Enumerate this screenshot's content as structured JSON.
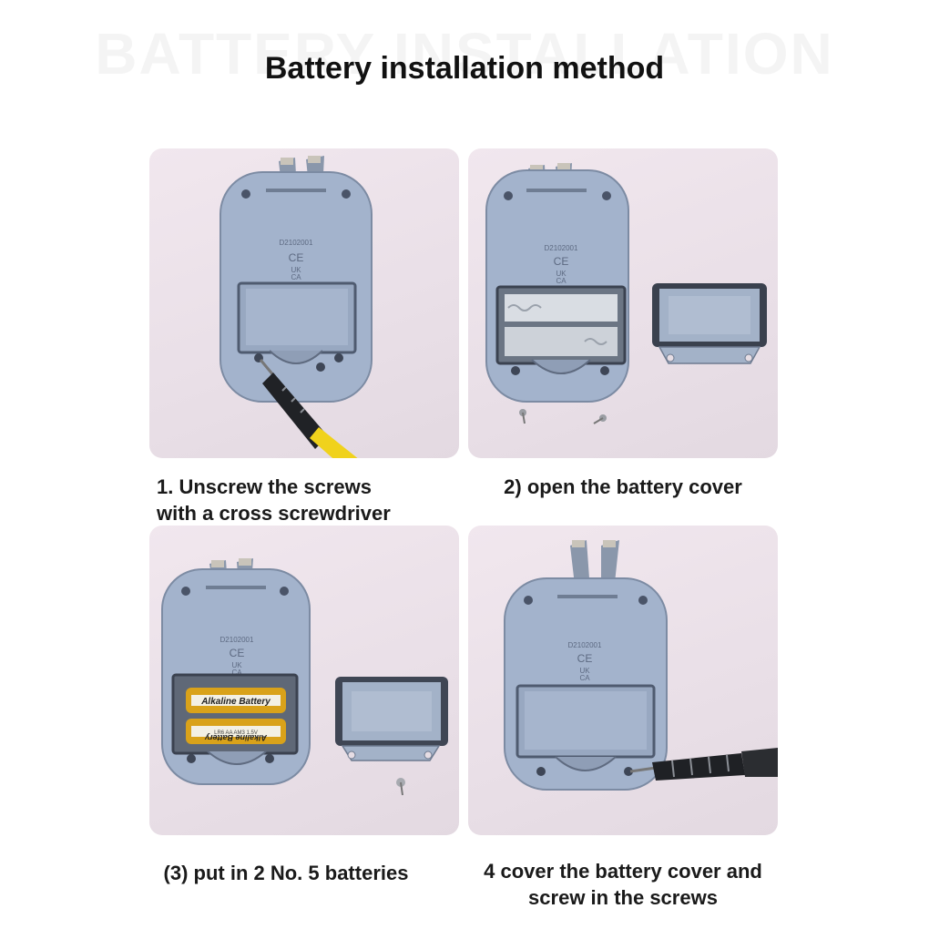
{
  "watermark": "BATTERY INSTALLATION",
  "title": "Battery installation method",
  "device": {
    "model": "D2102001",
    "ce_mark": "CE",
    "ukca_top": "UK",
    "ukca_bottom": "CA"
  },
  "battery_label": "Alkaline Battery",
  "battery_small_print": "LR6 AA AM3 1.5V",
  "steps": [
    {
      "caption_line1": "1. Unscrew the screws",
      "caption_line2": "with a cross screwdriver"
    },
    {
      "caption_line1": "2) open the battery cover",
      "caption_line2": ""
    },
    {
      "caption_line1": "(3) put in 2 No. 5 batteries",
      "caption_line2": ""
    },
    {
      "caption_line1": "4 cover the battery cover and",
      "caption_line2": "screw in the screws"
    }
  ],
  "colors": {
    "device_body": "#a3b3cc",
    "device_edge": "#5f6f87",
    "battery_gold": "#d9a21a",
    "screwdriver_handle": "#f0d21c"
  }
}
